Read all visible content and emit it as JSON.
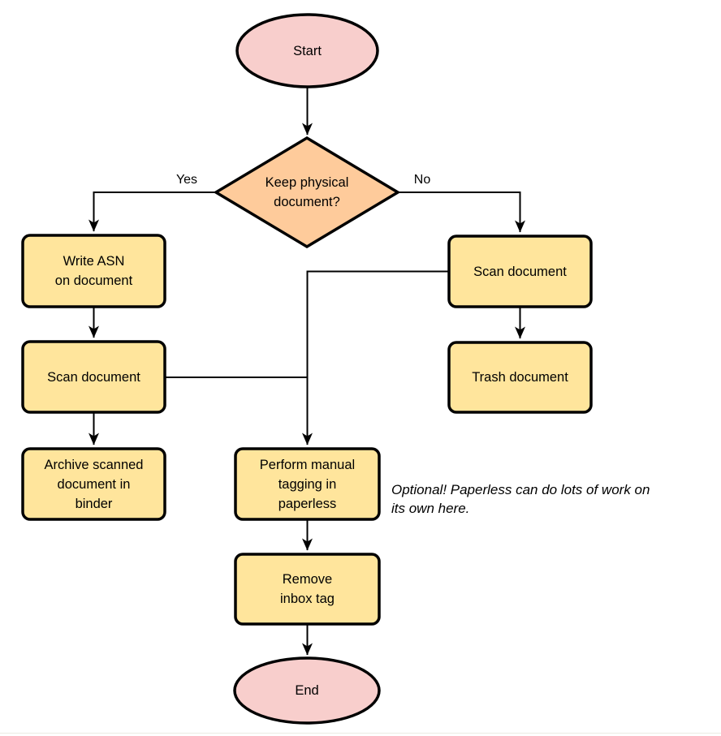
{
  "colors": {
    "terminal_fill": "#F8CECC",
    "decision_fill": "#FECB9B",
    "process_fill": "#FFE59C",
    "stroke": "#000000"
  },
  "nodes": {
    "start": {
      "label": "Start"
    },
    "decision": {
      "label": "Keep physical\ndocument?"
    },
    "write_asn": {
      "label": "Write ASN\non document"
    },
    "scan_left": {
      "label": "Scan document"
    },
    "archive": {
      "label": "Archive scanned\ndocument in\nbinder"
    },
    "scan_right": {
      "label": "Scan document"
    },
    "trash": {
      "label": "Trash document"
    },
    "tagging": {
      "label": "Perform manual\ntagging in\npaperless"
    },
    "remove_inbox": {
      "label": "Remove\ninbox tag"
    },
    "end": {
      "label": "End"
    }
  },
  "edge_labels": {
    "yes": "Yes",
    "no": "No"
  },
  "annotation": "Optional! Paperless can do lots of work on\nits own here."
}
